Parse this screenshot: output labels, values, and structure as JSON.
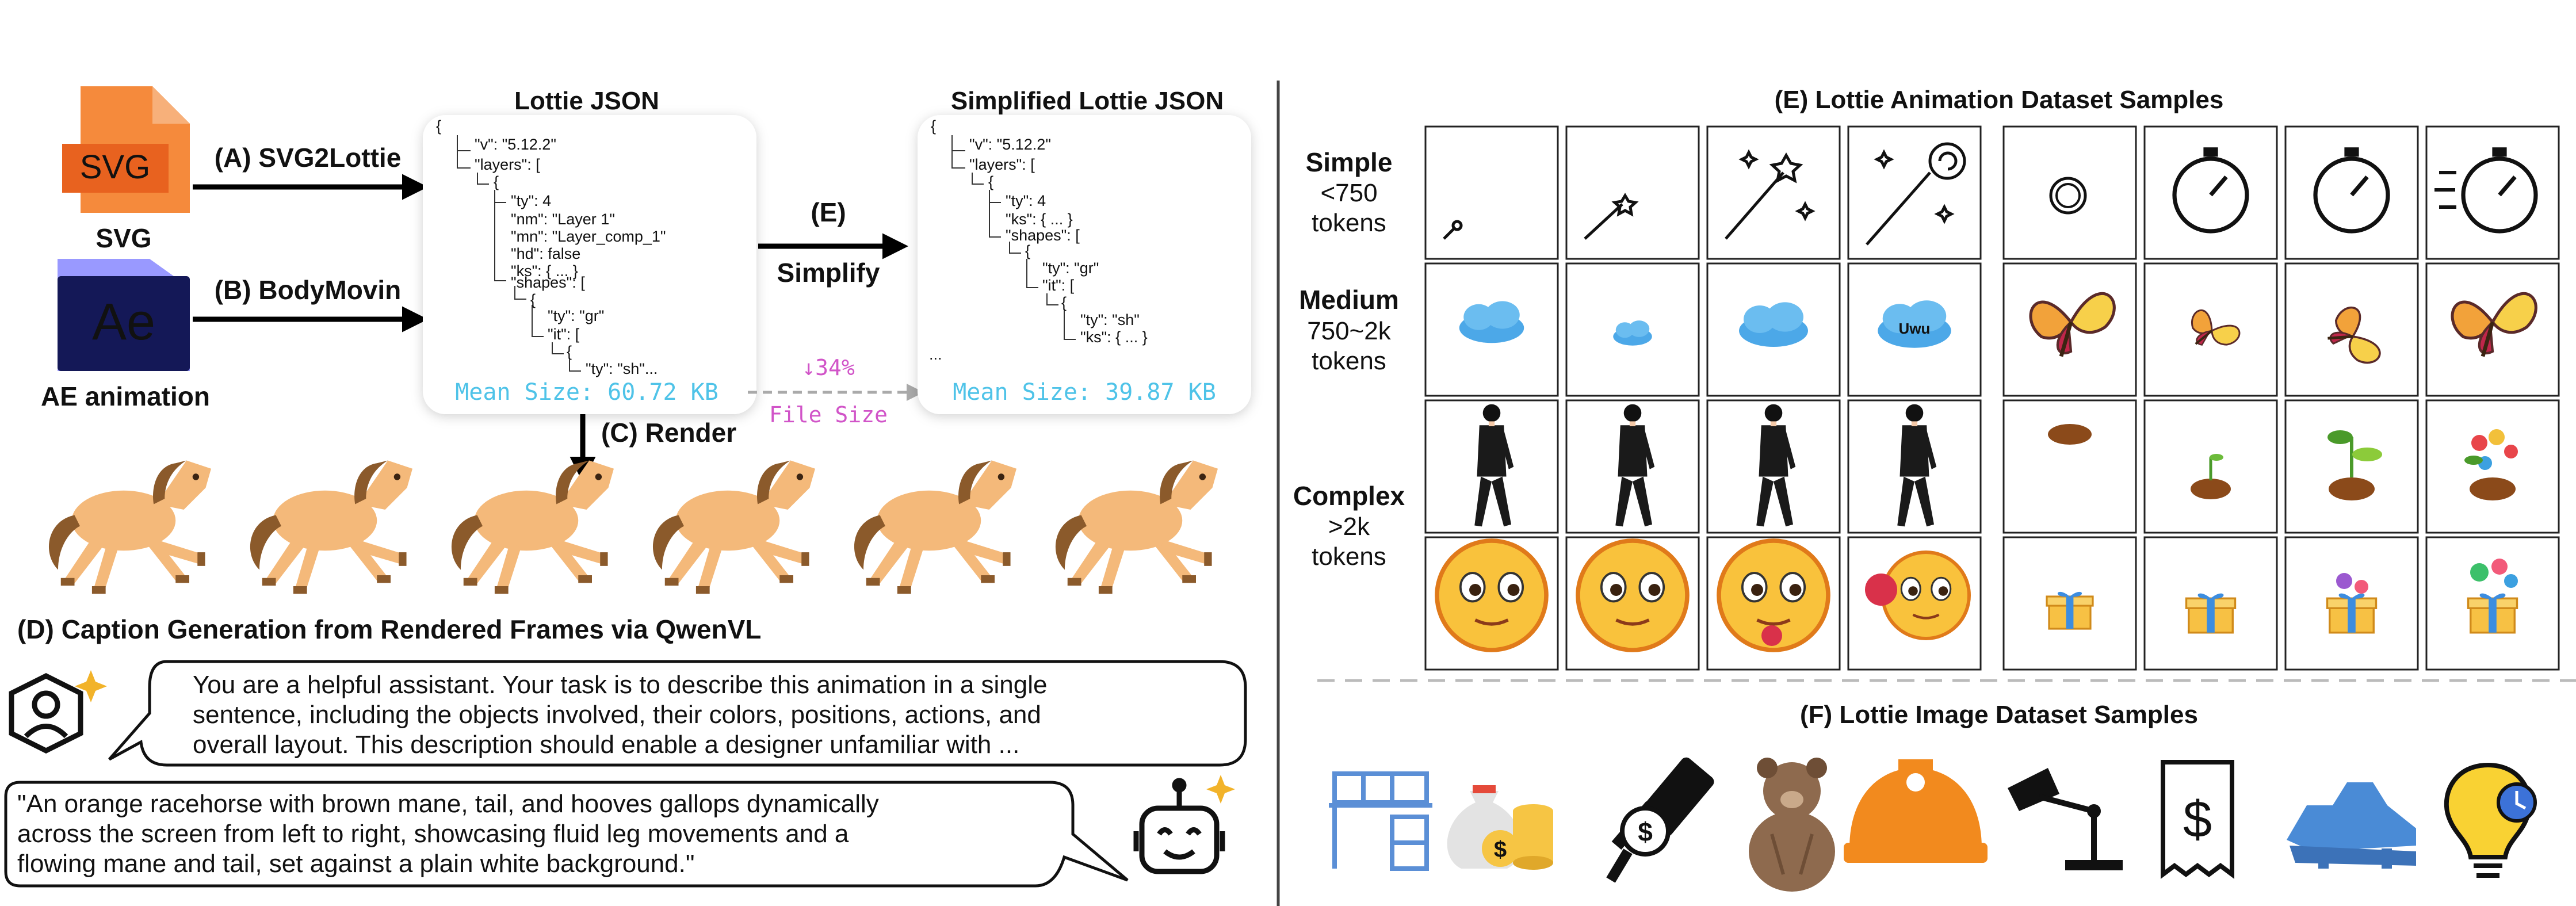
{
  "left": {
    "svg_icon_text": "SVG",
    "svg_label": "SVG",
    "ae_icon_text": "Ae",
    "ae_label": "AE animation",
    "step_a": "(A) SVG2Lottie",
    "step_b": "(B) BodyMovin",
    "step_c": "(C) Render",
    "step_d": "(D) Caption Generation from Rendered Frames via QwenVL",
    "step_e": "(E)",
    "simplify": "Simplify",
    "lottie_title": "Lottie JSON",
    "simplified_title": "Simplified Lottie JSON",
    "lottie_lines": [
      "{",
      "\"v\": \"5.12.2\"",
      "\"layers\": [",
      "{",
      "\"ty\": 4",
      "\"nm\": \"Layer 1\"",
      "\"mn\": \"Layer_comp_1\"",
      "\"hd\": false",
      "\"ks\": { ... }",
      "\"shapes\": [",
      "{",
      "\"ty\": \"gr\"",
      "\"it\": [",
      "{",
      "\"ty\": \"sh\"..."
    ],
    "simplified_lines": [
      "{",
      "\"v\": \"5.12.2\"",
      "\"layers\": [",
      "{",
      "\"ty\": 4",
      "\"ks\": { ... }",
      "\"shapes\": [",
      "{",
      "\"ty\": \"gr\"",
      "\"it\": [",
      "{",
      "\"ty\": \"sh\"",
      "\"ks\": { ... }",
      "..."
    ],
    "mean_size_lottie": "Mean Size: 60.72 KB",
    "mean_size_simplified": "Mean Size: 39.87 KB",
    "reduction": "↓34%",
    "file_size": "File Size",
    "prompt_lines": [
      "You are a helpful assistant. Your task is to describe this animation in a single",
      "sentence, including the objects involved, their colors, positions, actions, and",
      "overall layout. This description should enable a designer unfamiliar with ..."
    ],
    "caption_lines": [
      "\"An orange racehorse with brown mane, tail, and hooves gallops dynamically",
      "across the screen from left to right, showcasing fluid leg movements and a",
      "flowing mane and tail, set against a plain white background.\""
    ]
  },
  "right": {
    "animation_title": "(E) Lottie Animation Dataset Samples",
    "image_title": "(F) Lottie Image Dataset Samples",
    "rows": [
      {
        "name": "Simple",
        "range": "<750",
        "unit": "tokens"
      },
      {
        "name": "Medium",
        "range": "750~2k",
        "unit": "tokens"
      },
      {
        "name": "Complex",
        "range": ">2k",
        "unit": "tokens"
      }
    ],
    "image_samples": [
      "desk-icon",
      "money-bag-icon",
      "auction-gavel-icon",
      "bear-icon",
      "hard-hat-icon",
      "desk-lamp-icon",
      "receipt-icon",
      "crocodile-icon",
      "bulb-clock-icon"
    ]
  },
  "colors": {
    "svg_orange": "#F58A3C",
    "ae_navy": "#141857",
    "ae_purple": "#9999FF",
    "mono_blue": "#4FC3E8",
    "reduction_pink": "#D154C8",
    "horse_body": "#F4B97A",
    "horse_mane": "#8B5A2B",
    "bubble_bg": "#F0F0F0"
  }
}
